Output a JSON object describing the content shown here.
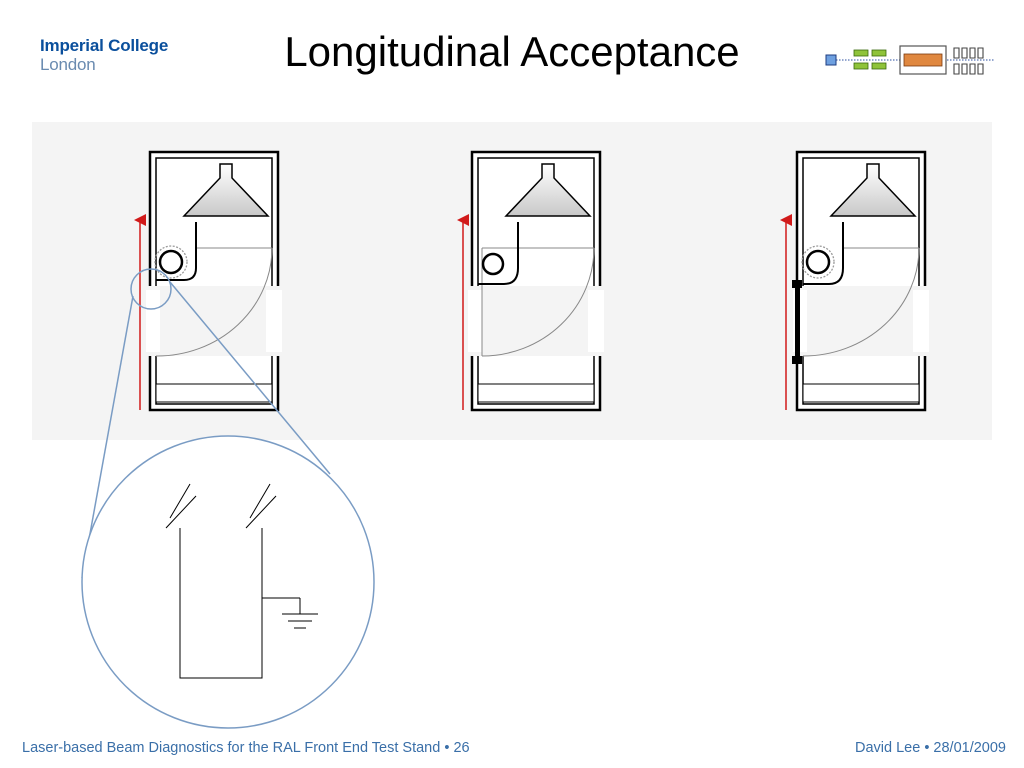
{
  "header": {
    "logo_line1": "Imperial College",
    "logo_line2": "London",
    "title": "Longitudinal Acceptance"
  },
  "footer": {
    "left": "Laser-based Beam Diagnostics for the RAL Front End Test Stand • 26",
    "right": "David Lee • 28/01/2009"
  },
  "colors": {
    "brand_blue": "#0a4f9c",
    "footer_blue": "#3a6fa8",
    "arrow_red": "#d11a1a",
    "zoom_circle": "#7a9cc4",
    "detector_black": "#000000"
  }
}
